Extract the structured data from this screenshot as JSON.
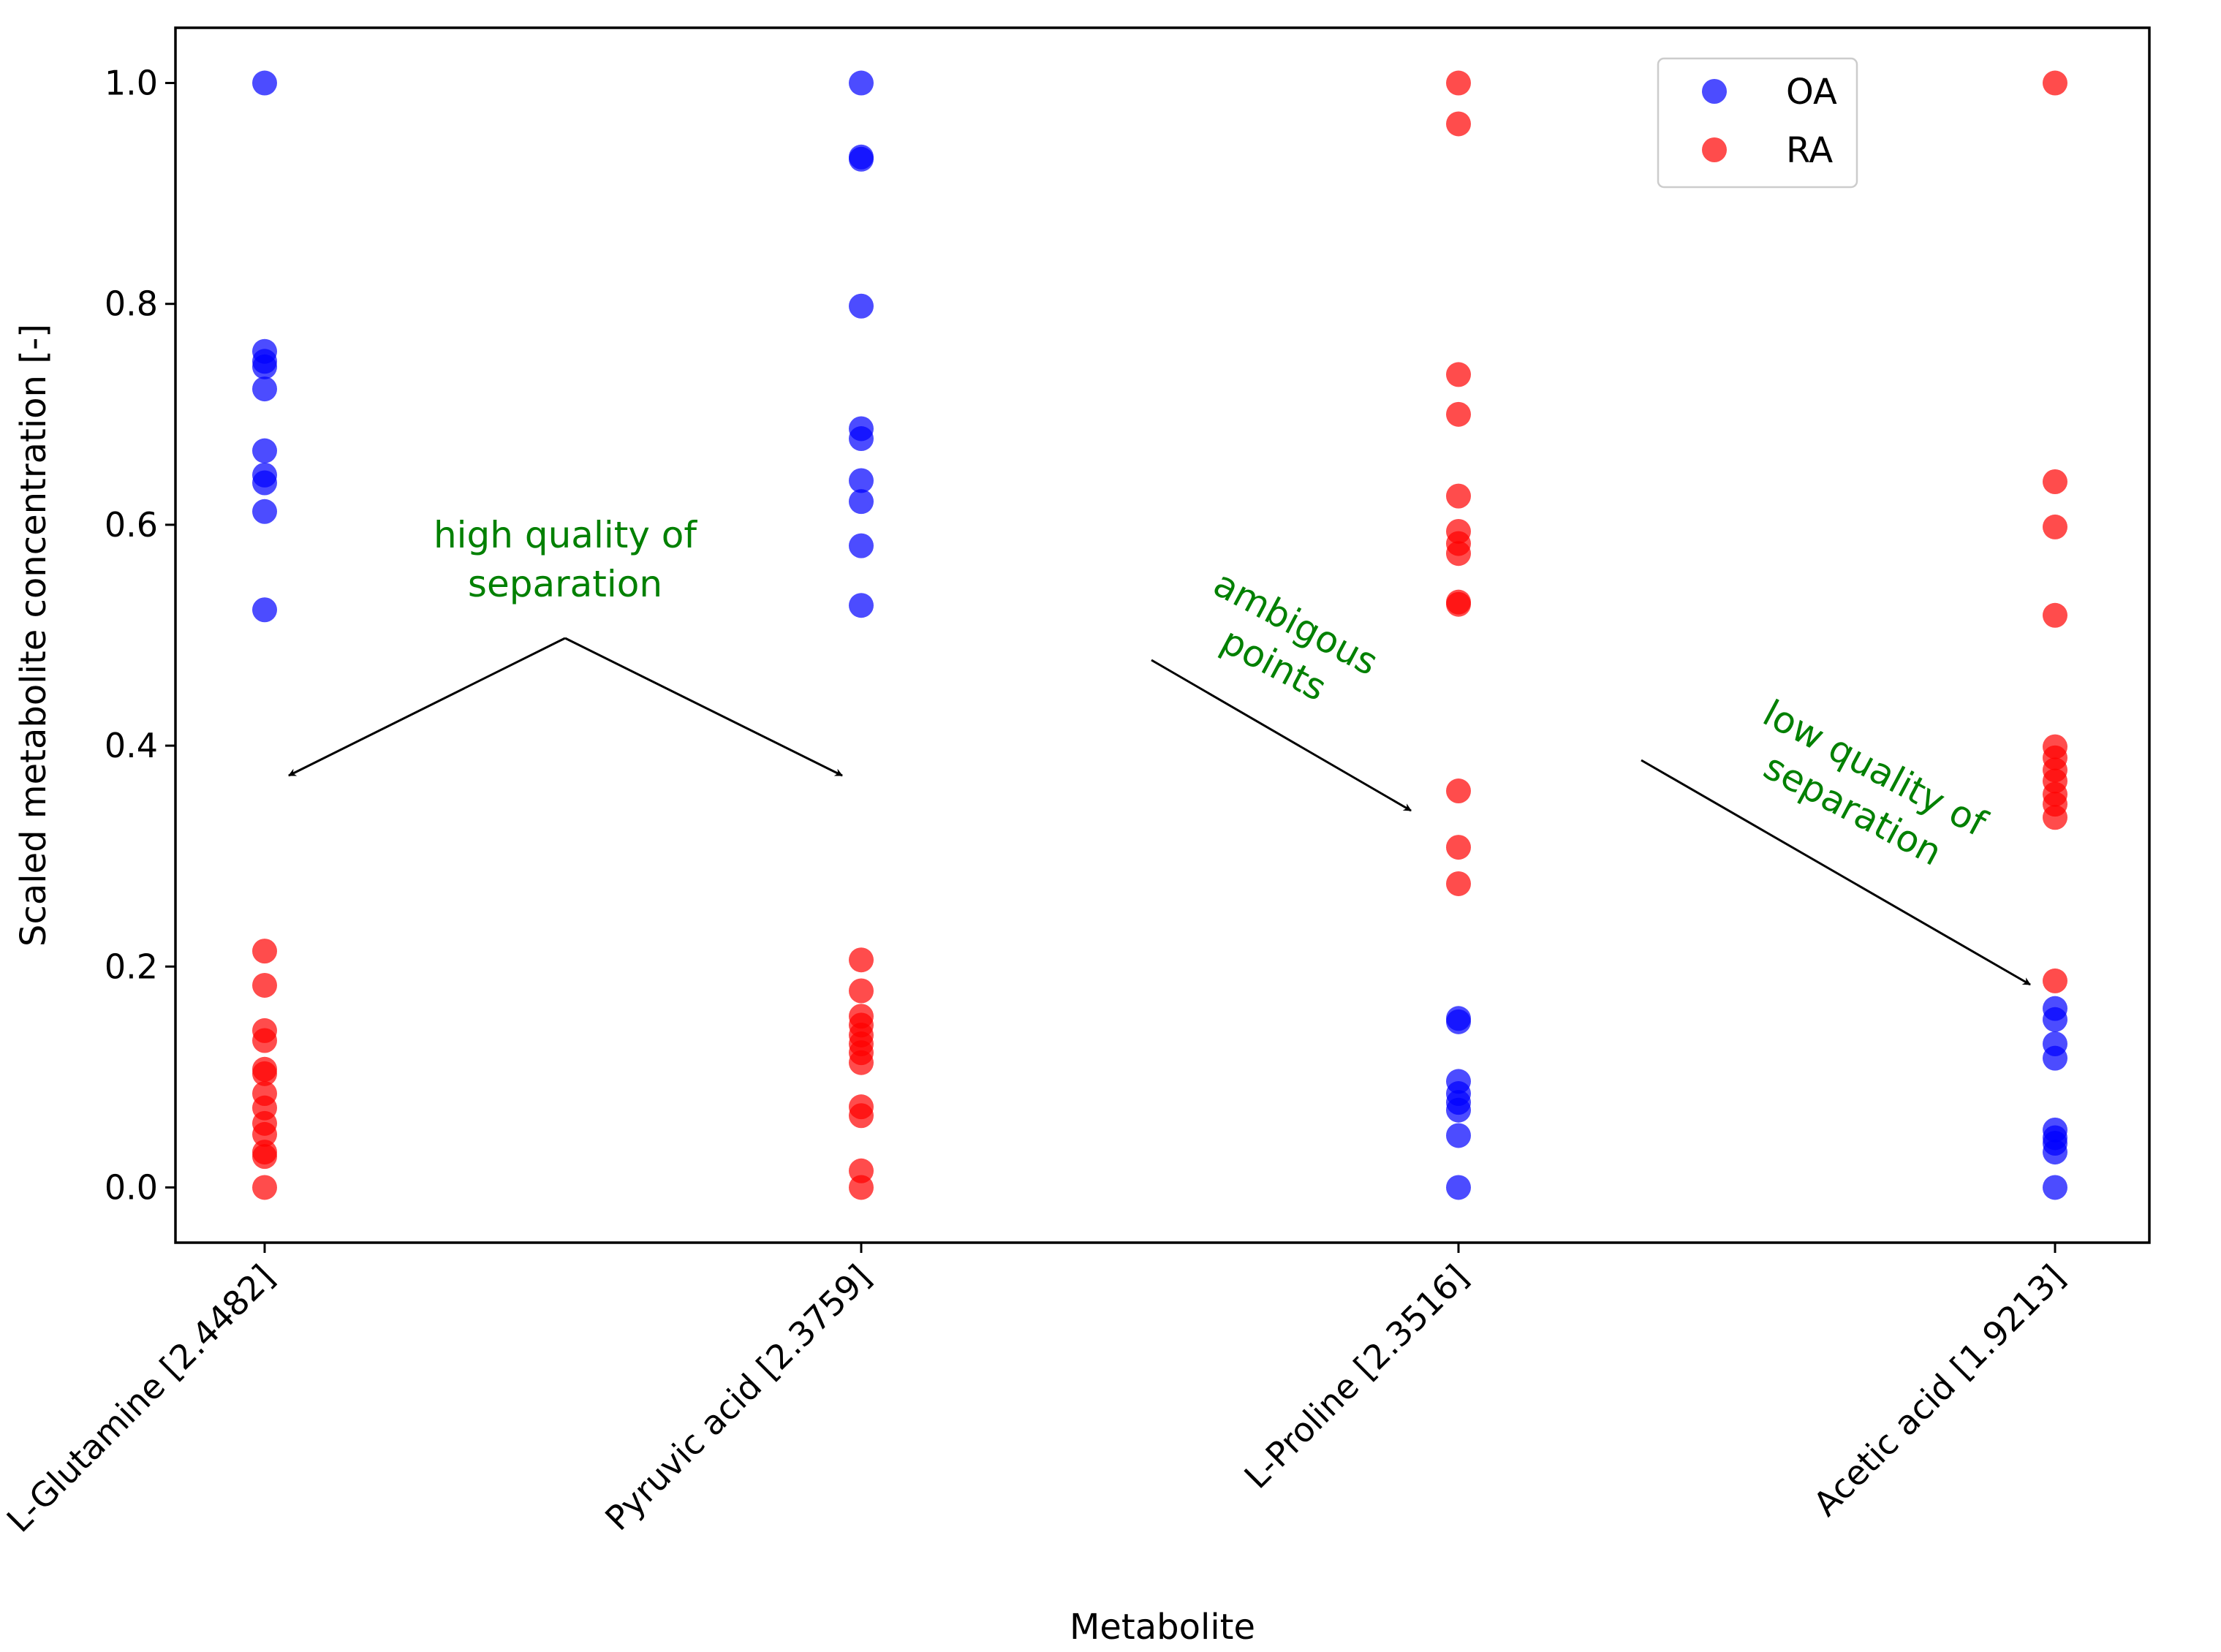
{
  "chart_data": {
    "type": "scatter",
    "xlabel": "Metabolite",
    "ylabel": "Scaled metabolite concentration [-]",
    "categories": [
      "L-Glutamine [2.4482]",
      "Pyruvic acid [2.3759]",
      "L-Proline [2.3516]",
      "Acetic acid [1.9213]"
    ],
    "ylim": [
      -0.05,
      1.05
    ],
    "yticks": [
      "0.0",
      "0.2",
      "0.4",
      "0.6",
      "0.8",
      "1.0"
    ],
    "yticks_values": [
      0.0,
      0.2,
      0.4,
      0.6,
      0.8,
      1.0
    ],
    "grid": false,
    "legend_position": "top-right",
    "series": [
      {
        "name": "OA",
        "color": "#0000ff",
        "values": [
          [
            1.0,
            0.757,
            0.748,
            0.743,
            0.723,
            0.667,
            0.645,
            0.638,
            0.612,
            0.523
          ],
          [
            1.0,
            0.933,
            0.931,
            0.798,
            0.687,
            0.678,
            0.64,
            0.621,
            0.581,
            0.527
          ],
          [
            0.153,
            0.15,
            0.096,
            0.085,
            0.077,
            0.07,
            0.047,
            0.0
          ],
          [
            0.162,
            0.152,
            0.13,
            0.117,
            0.052,
            0.045,
            0.04,
            0.032,
            0.0
          ]
        ]
      },
      {
        "name": "RA",
        "color": "#ff0000",
        "values": [
          [
            0.214,
            0.183,
            0.142,
            0.133,
            0.107,
            0.103,
            0.085,
            0.072,
            0.058,
            0.048,
            0.032,
            0.028,
            0.0
          ],
          [
            0.206,
            0.178,
            0.155,
            0.147,
            0.138,
            0.13,
            0.122,
            0.113,
            0.073,
            0.065,
            0.015,
            0.0
          ],
          [
            1.0,
            0.963,
            0.736,
            0.7,
            0.626,
            0.594,
            0.583,
            0.574,
            0.53,
            0.528,
            0.359,
            0.308,
            0.275
          ],
          [
            1.0,
            0.639,
            0.598,
            0.518,
            0.399,
            0.389,
            0.378,
            0.368,
            0.356,
            0.347,
            0.335,
            0.187
          ]
        ]
      }
    ],
    "annotations": [
      {
        "text": "high quality of\nseparation"
      },
      {
        "text": "ambigous\npoints"
      },
      {
        "text": "low quality of\nseparation"
      }
    ]
  }
}
